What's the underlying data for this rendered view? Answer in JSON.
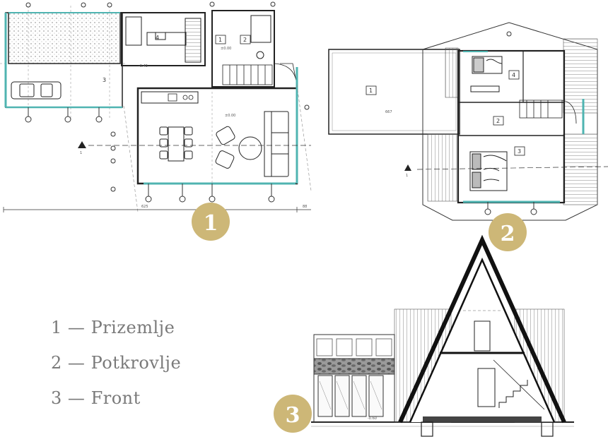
{
  "badges": {
    "ground": "1",
    "attic": "2",
    "front": "3"
  },
  "legend": [
    {
      "number": "1",
      "label": "Prizemlje"
    },
    {
      "number": "2",
      "label": "Potkrovlje"
    },
    {
      "number": "3",
      "label": "Front"
    }
  ],
  "legend_separator": "—",
  "room_numbers": {
    "ground_4": "4",
    "ground_1": "1",
    "ground_2": "2",
    "ground_3": "3",
    "attic_1": "1",
    "attic_4": "4",
    "attic_2": "2",
    "attic_3": "3"
  },
  "section_marks": {
    "ground": "1",
    "attic": "1"
  },
  "dimensions": {
    "ground_total": "625",
    "ground_right": "88",
    "attic_width": "667",
    "elev_a": "-0.45",
    "elev_b": "±0.00",
    "elev_c": "±0.00",
    "front_total": "-0.60"
  },
  "colors": {
    "badge": "#cdb777",
    "glass": "#4fb4b1",
    "line": "#2a2a2a",
    "legend_text": "#7a7a7a"
  }
}
